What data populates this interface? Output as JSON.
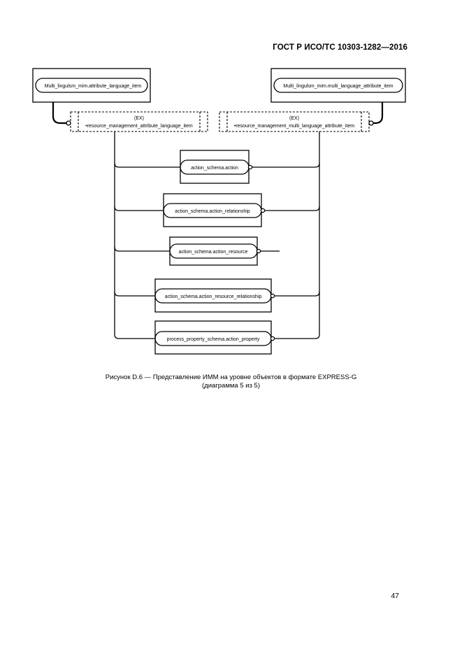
{
  "header": {
    "doc_id": "ГОСТ Р ИСО/ТС 10303-1282—2016"
  },
  "diagram": {
    "top_left_entity": "Multi_lingulsm_mim.attribute_language_item",
    "top_right_entity": "Multi_lingulsm_mim.multi_language_attribute_item",
    "left_ref": {
      "tag": "(EX)",
      "name": "•resource_management_attribute_language_item"
    },
    "right_ref": {
      "tag": "(EX)",
      "name": "•resource_management_multi_language_attribute_item"
    },
    "entities": [
      "action_schema.action",
      "action_schema.action_relationship",
      "action_schema.action_resource",
      "action_schema.action_resource_relationship",
      "process_property_schema.action_property"
    ]
  },
  "caption": {
    "line1": "Рисунок D.6 — Представление ИММ на уровне объектов в формате EXPRESS-G",
    "line2": "(диаграмма 5 из 5)"
  },
  "page_number": "47"
}
